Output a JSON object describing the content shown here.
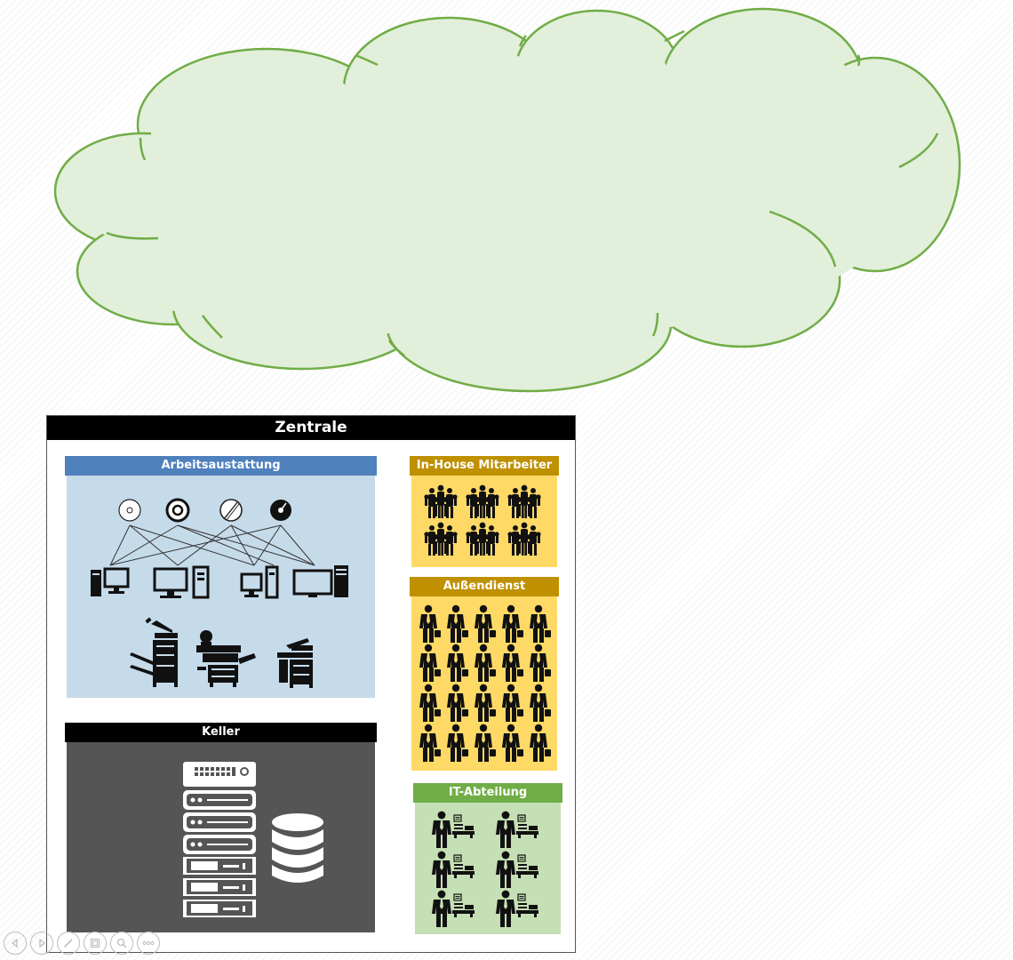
{
  "zentrale": {
    "title": "Zentrale",
    "arbeitsausstattung": {
      "title": "Arbeitsaustattung",
      "color": "#4f81bd",
      "fill": "#c6dbea"
    },
    "keller": {
      "title": "Keller",
      "color": "#000000",
      "fill": "#555555"
    },
    "inhouse": {
      "title": "In-House Mitarbeiter",
      "color": "#bf9000",
      "fill": "#ffd966"
    },
    "aussendienst": {
      "title": "Außendienst",
      "color": "#bf9000",
      "fill": "#ffd966"
    },
    "it": {
      "title": "IT-Abteilung",
      "color": "#70ad47",
      "fill": "#c5e0b4"
    }
  },
  "cloud": {
    "fill": "#e2efda",
    "stroke": "#70ad47"
  },
  "icons": {
    "disks": [
      "cd-icon",
      "disc-icon",
      "dvd-icon",
      "bluray-icon"
    ],
    "computers": [
      "desktop-icon",
      "desktop-icon",
      "desktop-icon",
      "desktop-icon"
    ],
    "printers": [
      "printer-icon",
      "printer-icon",
      "printer-icon"
    ]
  },
  "nav": [
    "previous-icon",
    "next-icon",
    "pen-icon",
    "slides-icon",
    "zoom-icon",
    "more-icon"
  ]
}
